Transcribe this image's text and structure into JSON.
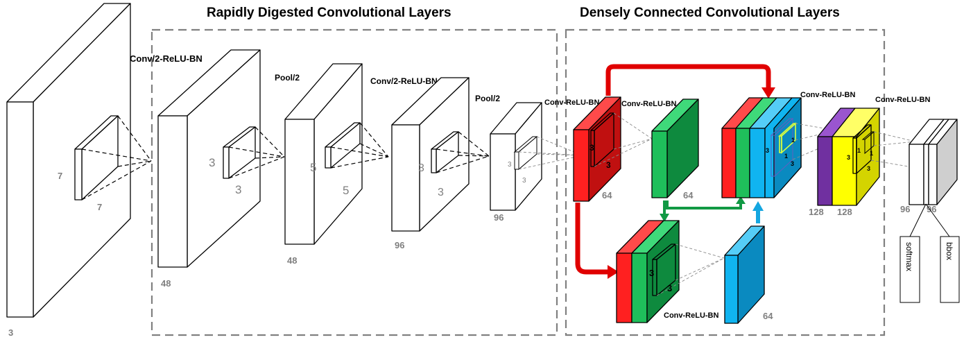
{
  "sections": {
    "left_title": "Rapidly Digested Convolutional Layers",
    "right_title": "Densely Connected Convolutional Layers"
  },
  "rdcl": {
    "input_channels": "3",
    "input_kernel_h": "7",
    "input_kernel_w": "7",
    "op1": "Conv/2-ReLU-BN",
    "l1_channels": "48",
    "l1_kernel_h": "3",
    "l1_kernel_w": "3",
    "op2": "Pool/2",
    "l2_channels": "48",
    "l2_kernel_h": "5",
    "l2_kernel_w": "5",
    "op3": "Conv/2-ReLU-BN",
    "l3_channels": "96",
    "l3_kernel_h": "3",
    "l3_kernel_w": "3",
    "op4": "Pool/2",
    "l4_channels": "96",
    "l4_kernel_h": "3",
    "l4_kernel_w": "3"
  },
  "mscl": {
    "op_a": "Conv-ReLU-BN",
    "a_channels": "64",
    "a_kernel_h": "3",
    "a_kernel_w": "3",
    "op_b": "Conv-ReLU-BN",
    "b_channels": "64",
    "op_c": "Conv-ReLU-BN",
    "c_kernel_h": "3",
    "c_kernel_w": "3",
    "d_channels": "64",
    "concat_kernel_1a": "1",
    "concat_kernel_1b": "1",
    "concat_kernel_3a": "3",
    "concat_kernel_3b": "3",
    "op_e": "Conv-ReLU-BN",
    "e_ch_purple": "128",
    "e_ch_yellow": "128",
    "e_kernel_1a": "1",
    "e_kernel_1b": "1",
    "e_kernel_3a": "3",
    "e_kernel_3b": "3",
    "op_f": "Conv-ReLU-BN",
    "f_ch_left": "96",
    "f_ch_right": "96"
  },
  "heads": {
    "softmax": "softmax",
    "bbox": "bbox"
  },
  "colors": {
    "red": "#ff2020",
    "green": "#1fbf5b",
    "blue": "#10b4f0",
    "purple": "#7030a0",
    "yellow": "#ffff00",
    "arrow_red": "#e00000",
    "arrow_green": "#119944",
    "arrow_blue": "#14a6e0",
    "section_border": "#808080"
  }
}
